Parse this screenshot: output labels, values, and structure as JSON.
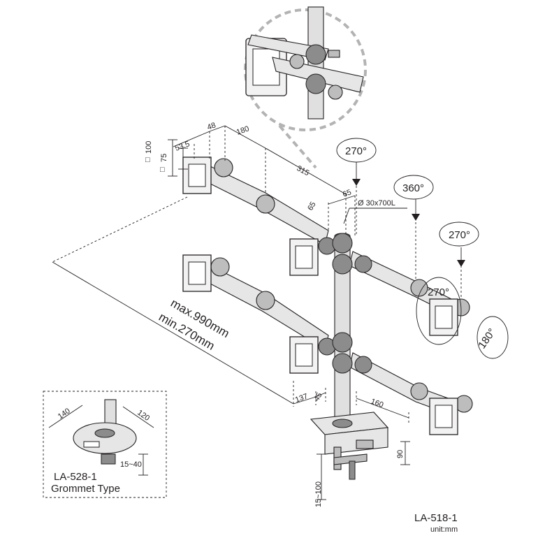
{
  "model": "LA-518-1",
  "unit": "unit:mm",
  "grommet": {
    "model": "LA-528-1",
    "type": "Grommet Type",
    "dim_width": "140",
    "dim_depth": "120",
    "dim_thickness": "15~40"
  },
  "dims": {
    "vesa_100": "100",
    "vesa_75": "75",
    "vesa_sq_label": "□",
    "d53": "53.5",
    "d48": "48",
    "d180": "180",
    "d315": "315",
    "d65a": "65",
    "d65b": "65",
    "pole": "Ø 30x700L",
    "reach_max": "max.990mm",
    "reach_min": "min.270mm",
    "d137": "137",
    "d45": "45",
    "d160": "160",
    "d90": "90",
    "d15_100": "15~100"
  },
  "rotations": {
    "r1": "270°",
    "r2": "360°",
    "r3": "270°",
    "r4": "270°",
    "r5": "180°"
  },
  "colors": {
    "line": "#231f20",
    "callout": "#b3b3b3",
    "arm_fill": "#e6e6e6",
    "joint": "#8c8c8c"
  }
}
